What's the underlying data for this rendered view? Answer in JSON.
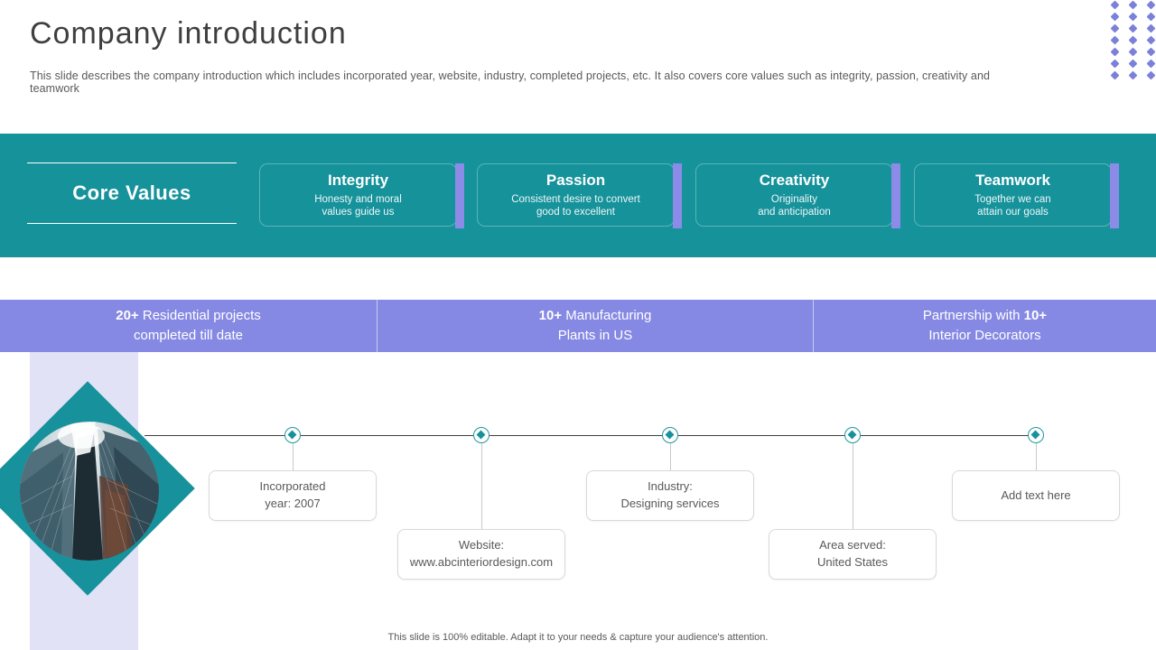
{
  "header": {
    "title": "Company introduction",
    "subtitle": "This slide describes the company introduction which includes incorporated year, website, industry, completed projects, etc. It also covers core values such as integrity, passion, creativity and teamwork"
  },
  "core_values": {
    "label": "Core Values",
    "cards": [
      {
        "title": "Integrity",
        "desc_line1": "Honesty and moral",
        "desc_line2": "values guide us"
      },
      {
        "title": "Passion",
        "desc_line1": "Consistent desire to convert",
        "desc_line2": "good to excellent"
      },
      {
        "title": "Creativity",
        "desc_line1": "Originality",
        "desc_line2": "and anticipation"
      },
      {
        "title": "Teamwork",
        "desc_line1": "Together we can",
        "desc_line2": "attain our goals"
      }
    ]
  },
  "stats": [
    {
      "pre": "",
      "bold": "20+",
      "post": " Residential projects",
      "line2": "completed till date"
    },
    {
      "pre": "",
      "bold": "10+",
      "post": " Manufacturing",
      "line2": "Plants in US"
    },
    {
      "pre": "Partnership with ",
      "bold": "10+",
      "post": "",
      "line2": "Interior Decorators"
    }
  ],
  "timeline": {
    "items": [
      {
        "line1": "Incorporated",
        "line2": "year: 2007"
      },
      {
        "line1": "Website:",
        "line2": "www.abcinteriordesign.com"
      },
      {
        "line1": "Industry:",
        "line2": "Designing services"
      },
      {
        "line1": "Area served:",
        "line2": "United States"
      },
      {
        "line1": "Add text here",
        "line2": ""
      }
    ]
  },
  "footer": {
    "note": "This slide is 100% editable. Adapt it to your needs & capture your audience's attention."
  },
  "colors": {
    "teal": "#16929b",
    "stats_purple": "#8689e3",
    "accent_bar": "#8c8ce8",
    "lavender": "#e2e2f7",
    "dot_purple": "#7b80d9"
  },
  "decoration": {
    "dot_rows": 7,
    "dot_cols": 3
  }
}
